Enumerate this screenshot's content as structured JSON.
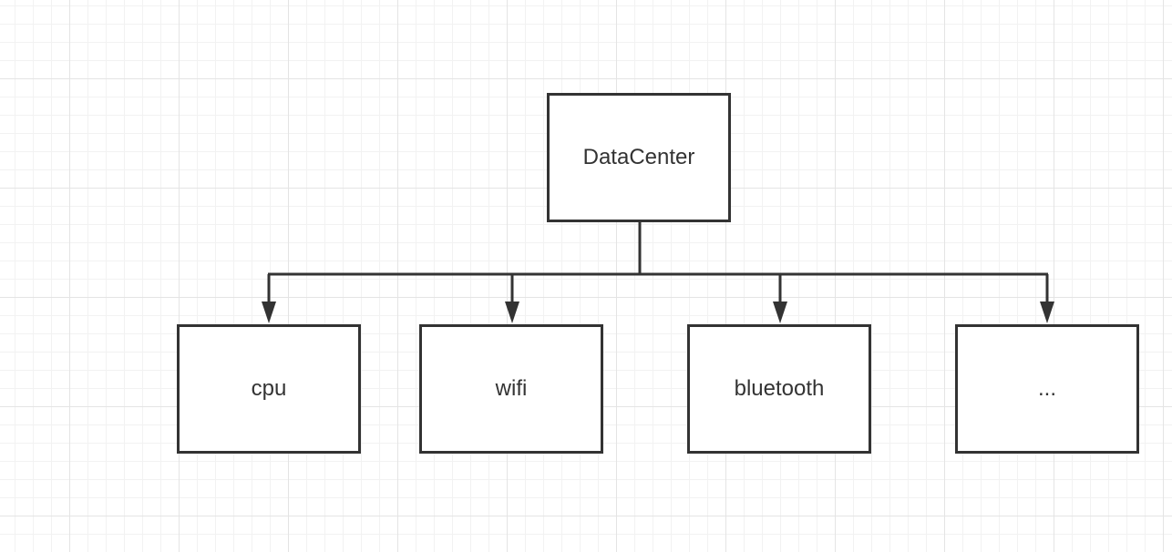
{
  "diagram": {
    "type": "tree",
    "root": {
      "label": "DataCenter"
    },
    "children": [
      {
        "label": "cpu"
      },
      {
        "label": "wifi"
      },
      {
        "label": "bluetooth"
      },
      {
        "label": "..."
      }
    ],
    "edges": [
      {
        "from": "DataCenter",
        "to": "cpu"
      },
      {
        "from": "DataCenter",
        "to": "wifi"
      },
      {
        "from": "DataCenter",
        "to": "bluetooth"
      },
      {
        "from": "DataCenter",
        "to": "..."
      }
    ],
    "colors": {
      "stroke": "#333333",
      "node_fill": "#ffffff",
      "grid_major": "#e4e4e4",
      "grid_minor": "#f2f2f2"
    }
  }
}
